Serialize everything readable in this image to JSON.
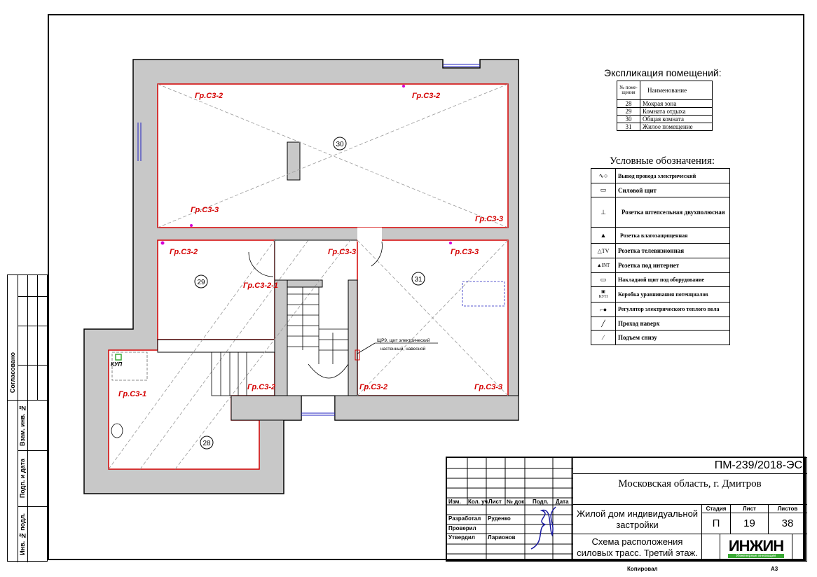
{
  "sheet": {
    "copied_label": "Копировал",
    "format": "А3",
    "side_stamp": {
      "agreed": "Согласовано",
      "swap_inv": "Взам. инв. №",
      "sign_date": "Подп. и дата",
      "inv_orig": "Инв. № подл."
    }
  },
  "plan": {
    "rooms": [
      "30",
      "29",
      "31",
      "28"
    ],
    "labels": {
      "gr_c3_2": "Гр.С3-2",
      "gr_c3_3": "Гр.С3-3",
      "gr_c3_2_1": "Гр.С3-2-1",
      "gr_c3_1": "Гр.С3-1",
      "kup": "КУП",
      "panel_line1": "ЩР9, щит электрический",
      "panel_line2": "настенный, навесной"
    }
  },
  "explication": {
    "title": "Экспликация помещений:",
    "headers": [
      "№ поме-щения",
      "Наименование"
    ],
    "rows": [
      {
        "num": "28",
        "name": "Мокрая зона"
      },
      {
        "num": "29",
        "name": "Комната отдыха"
      },
      {
        "num": "30",
        "name": "Общая комната"
      },
      {
        "num": "31",
        "name": "Жилое помещение"
      }
    ]
  },
  "legend": {
    "title": "Условные обозначения:",
    "items": [
      {
        "icon": "wire-outlet-icon",
        "label": "Вывод провода электрический"
      },
      {
        "icon": "power-panel-icon",
        "label": "Силовой щит"
      },
      {
        "icon": "double-socket-icon",
        "label": "Розетка штепсельная двухполюсная"
      },
      {
        "icon": "waterproof-socket-icon",
        "label": "Розетка влагозащищенная"
      },
      {
        "icon": "tv-socket-icon",
        "label": "Розетка телевизионная",
        "tag": "TV"
      },
      {
        "icon": "internet-socket-icon",
        "label": "Розетка под интернет",
        "tag": "INT"
      },
      {
        "icon": "equipment-panel-icon",
        "label": "Накладной щит под оборудование"
      },
      {
        "icon": "potential-box-icon",
        "label": "Коробка уравнивания потенциалов",
        "tag": "КУП"
      },
      {
        "icon": "floor-heating-regulator-icon",
        "label": "Регулятор электрического теплого пола"
      },
      {
        "icon": "pass-up-icon",
        "label": "Проход наверх"
      },
      {
        "icon": "rise-from-below-icon",
        "label": "Подъем снизу"
      }
    ]
  },
  "title_block": {
    "code": "ПМ-239/2018-ЭС",
    "location": "Московская область, г. Дмитров",
    "object": "Жилой дом индивидуальной застройки",
    "sheet_title": "Схема расположения силовых трасс. Третий этаж.",
    "columns": [
      "Изм.",
      "Кол. уч.",
      "Лист",
      "№ док.",
      "Подп.",
      "Дата"
    ],
    "roles": [
      {
        "role": "Разработал",
        "name": "Руденко"
      },
      {
        "role": "Проверил",
        "name": ""
      },
      {
        "role": "Утвердил",
        "name": "Ларионов"
      }
    ],
    "stage_label": "Стадия",
    "sheet_label": "Лист",
    "sheets_label": "Листов",
    "stage": "П",
    "sheet": "19",
    "sheets": "38",
    "logo": "ИНЖИН",
    "logo_sub": "Инженерные инновации",
    "colors": {
      "logo_green": "#3aa935",
      "signature": "#1a1aa0",
      "wire_red": "#d40000"
    }
  }
}
